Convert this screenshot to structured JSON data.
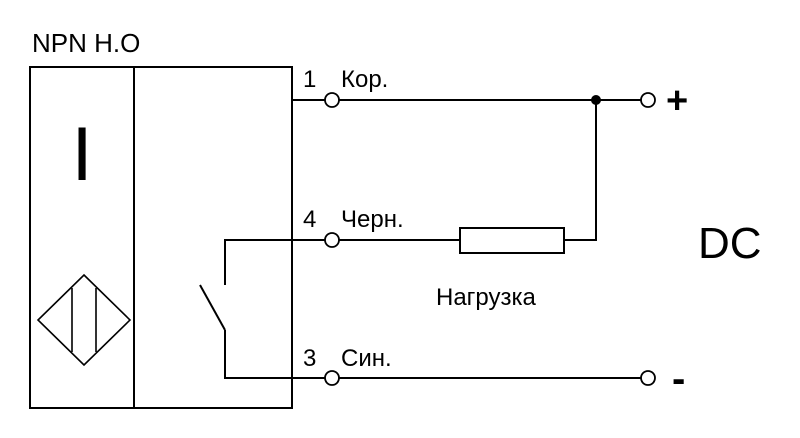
{
  "title": "NPN Н.О",
  "sensor_symbol": "I",
  "pins": [
    {
      "number": "1",
      "label": "Кор."
    },
    {
      "number": "4",
      "label": "Черн."
    },
    {
      "number": "3",
      "label": "Син."
    }
  ],
  "load_label": "Нагрузка",
  "supply_label": "DC",
  "plus_sign": "+",
  "minus_sign": "-"
}
